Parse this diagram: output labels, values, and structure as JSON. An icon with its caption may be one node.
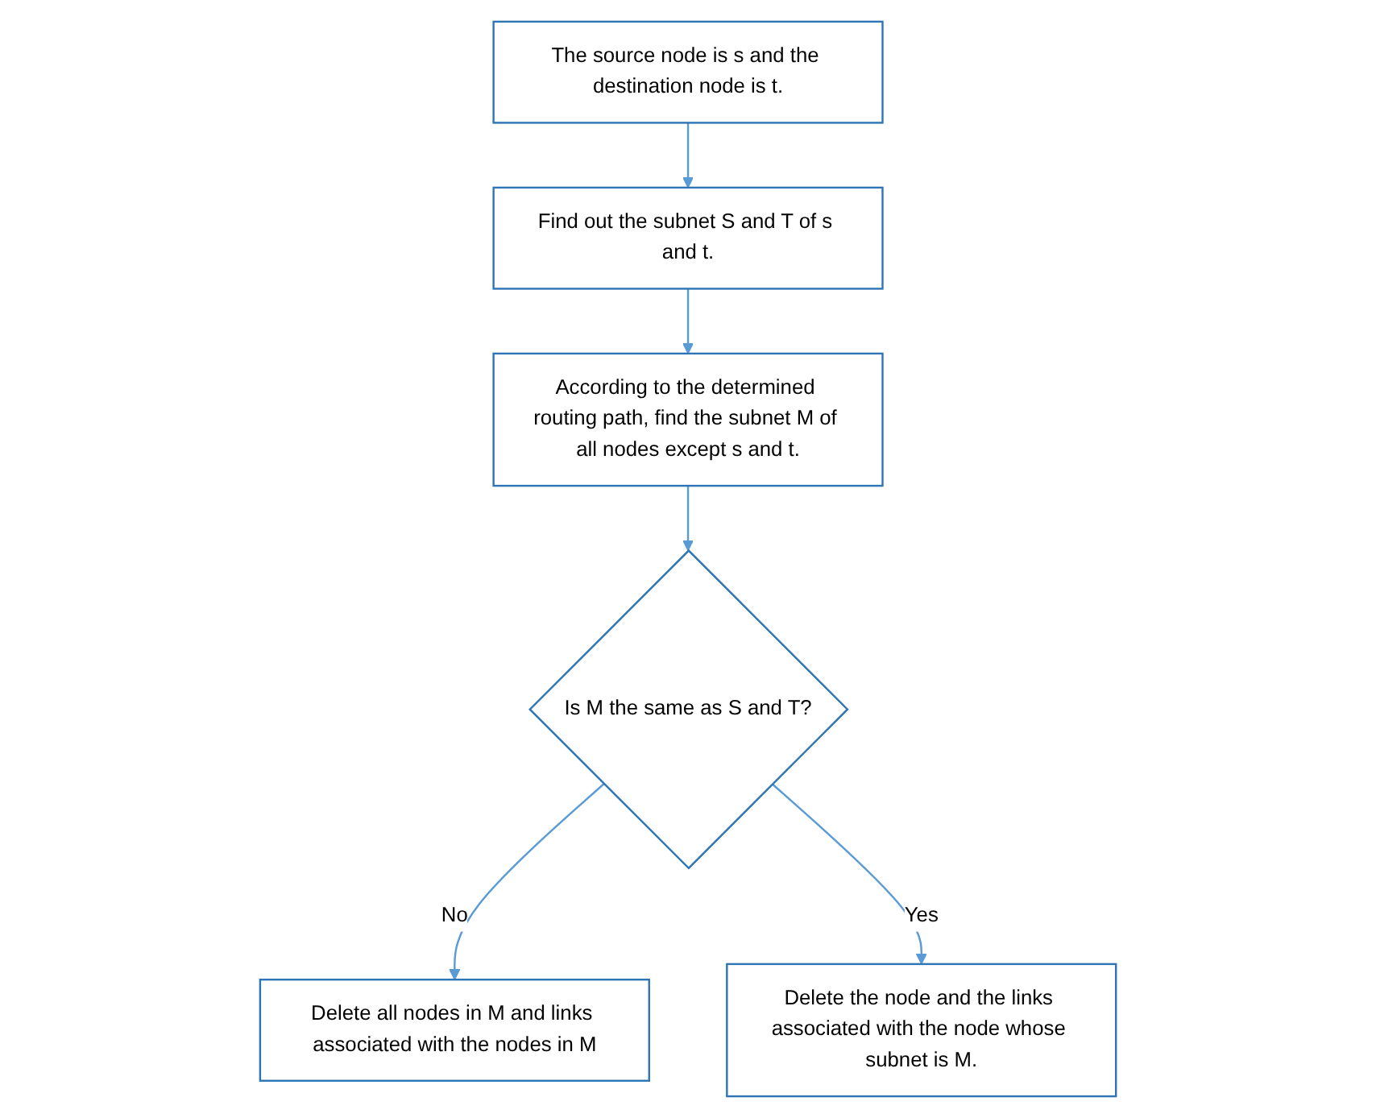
{
  "diagram": {
    "nodes": [
      {
        "text": [
          "The source node is s and the destination node is t."
        ]
      },
      {
        "text": [
          "Find out the subnet S and T of s and t."
        ]
      },
      {
        "text": [
          "According to the determined routing path, find the subnet M of all nodes except s and t."
        ]
      },
      {
        "text": [
          "Is M the same as S and T?"
        ]
      },
      {
        "text": [
          "Delete all nodes in M and links associated with the nodes in M"
        ]
      },
      {
        "text": [
          "Delete the node and the links associated with the node whose subnet is M."
        ]
      }
    ],
    "edges": [
      {
        "from": 0,
        "to": 1,
        "arrow": "to"
      },
      {
        "from": 1,
        "to": 2,
        "arrow": "to"
      },
      {
        "from": 2,
        "to": 3,
        "arrow": "to"
      },
      {
        "from": 3,
        "to": 4,
        "arrow": "to",
        "label": "No"
      },
      {
        "from": 3,
        "to": 5,
        "arrow": "to",
        "label": "Yes"
      }
    ]
  }
}
